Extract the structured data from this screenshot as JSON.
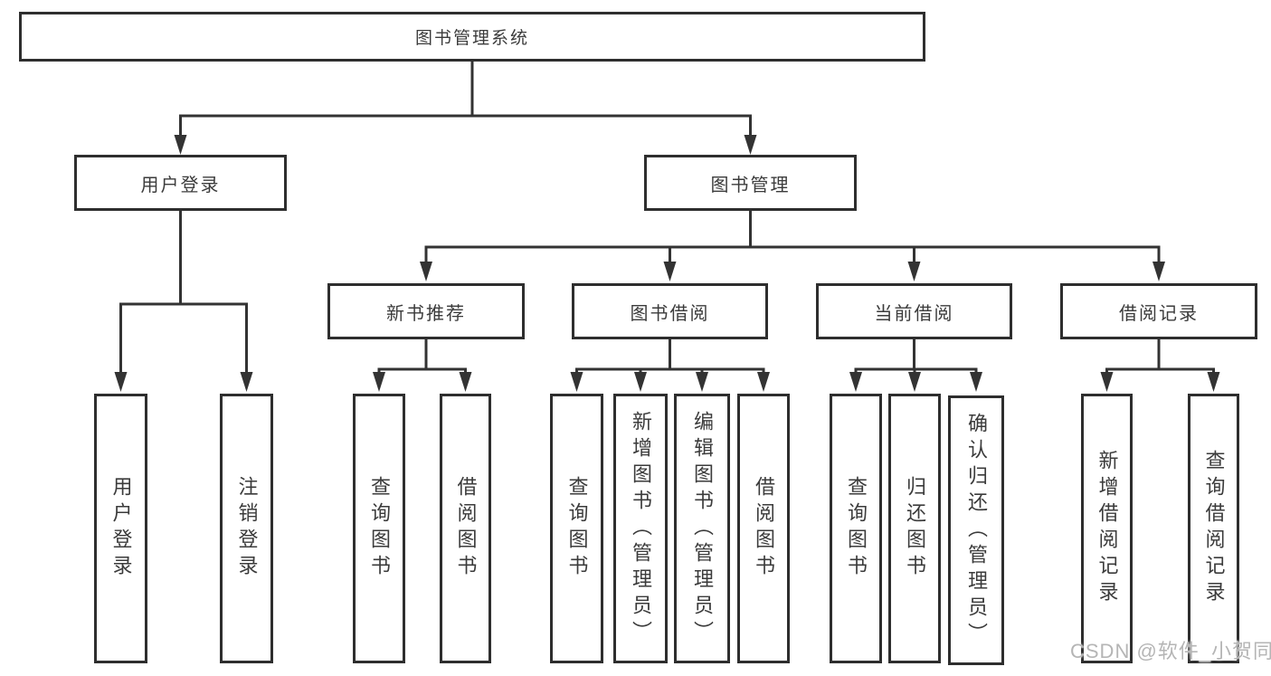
{
  "diagram": {
    "root": {
      "label": "图书管理系统"
    },
    "level2": [
      {
        "label": "用户登录"
      },
      {
        "label": "图书管理"
      }
    ],
    "level3": [
      {
        "label": "新书推荐",
        "parent": "图书管理"
      },
      {
        "label": "图书借阅",
        "parent": "图书管理"
      },
      {
        "label": "当前借阅",
        "parent": "图书管理"
      },
      {
        "label": "借阅记录",
        "parent": "图书管理"
      }
    ],
    "level4": [
      {
        "label": "用户登录",
        "parent": "用户登录"
      },
      {
        "label": "注销登录",
        "parent": "用户登录"
      },
      {
        "label": "查询图书",
        "parent": "新书推荐"
      },
      {
        "label": "借阅图书",
        "parent": "新书推荐"
      },
      {
        "label": "查询图书",
        "parent": "图书借阅"
      },
      {
        "label": "新增图书（管理员）",
        "parent": "图书借阅"
      },
      {
        "label": "编辑图书（管理员）",
        "parent": "图书借阅"
      },
      {
        "label": "借阅图书",
        "parent": "图书借阅"
      },
      {
        "label": "查询图书",
        "parent": "当前借阅"
      },
      {
        "label": "归还图书",
        "parent": "当前借阅"
      },
      {
        "label": "确认归还（管理员）",
        "parent": "当前借阅"
      },
      {
        "label": "新增借阅记录",
        "parent": "借阅记录"
      },
      {
        "label": "查询借阅记录",
        "parent": "借阅记录"
      }
    ]
  },
  "watermark": {
    "text": "CSDN @软件_小贺同学"
  },
  "colors": {
    "line": "#333333",
    "box_border": "#2e2e2e",
    "text": "#3b3b3b",
    "watermark": "#b5b5b5",
    "background": "#ffffff"
  }
}
